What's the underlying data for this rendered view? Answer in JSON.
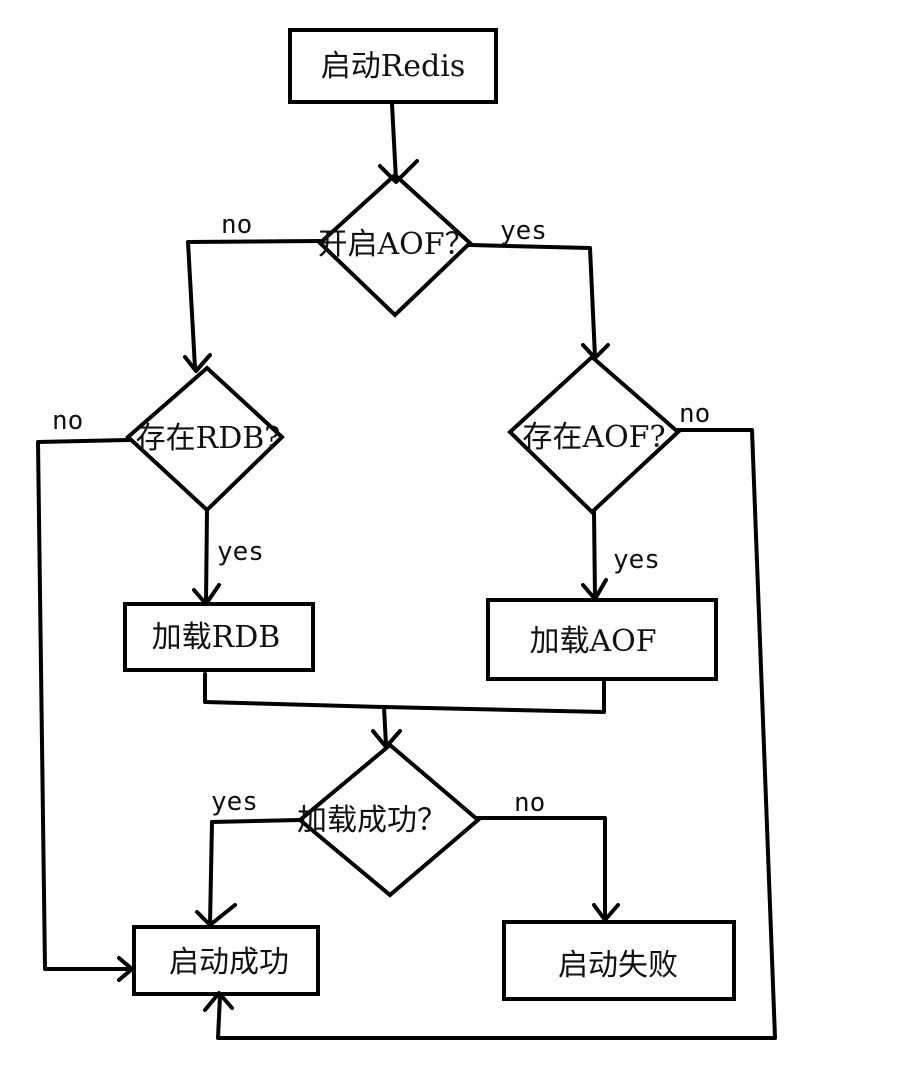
{
  "nodes": {
    "start": "启动Redis",
    "aof_enabled": "开启AOF？",
    "rdb_exists": "存在RDB?",
    "aof_exists": "存在AOF?",
    "load_rdb": "加载RDB",
    "load_aof": "加载AOF",
    "load_ok": "加载成功？",
    "start_ok": "启动成功",
    "start_fail": "启动失败"
  },
  "edge_labels": {
    "aof_no": "no",
    "aof_yes": "yes",
    "rdb_no": "no",
    "rdb_yes": "yes",
    "aofx_no": "no",
    "aofx_yes": "yes",
    "ok_yes": "yes",
    "ok_no": "no"
  }
}
